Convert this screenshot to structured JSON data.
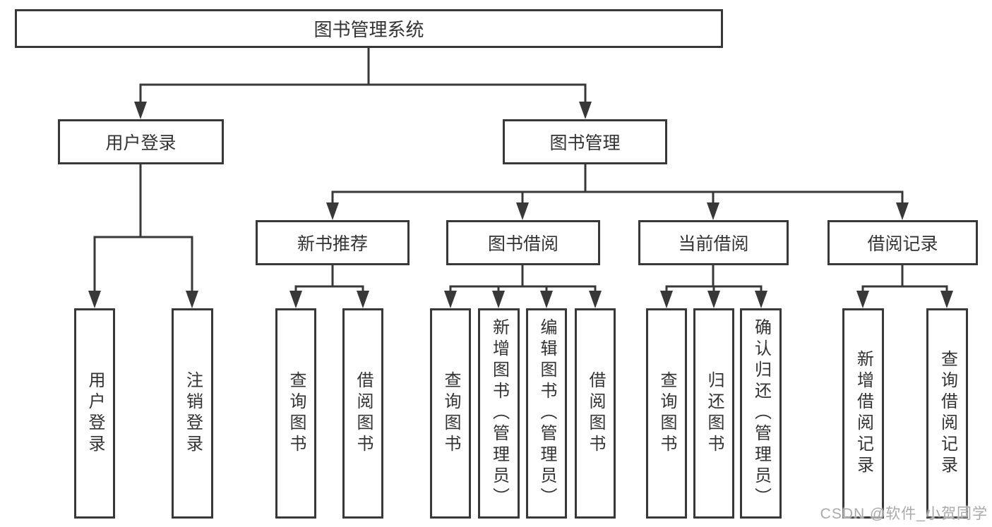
{
  "diagram_title": "图书管理系统",
  "watermark": "CSDN @软件_小贺同学",
  "colors": {
    "line": "#383838",
    "box_border": "#383838",
    "text": "#333333",
    "background": "#ffffff",
    "watermark": "#a9a9a9"
  },
  "tree": {
    "root": {
      "label": "图书管理系统"
    },
    "branches": [
      {
        "label": "用户登录",
        "children": [
          {
            "label": "用户登录"
          },
          {
            "label": "注销登录"
          }
        ]
      },
      {
        "label": "图书管理",
        "sections": [
          {
            "label": "新书推荐",
            "children": [
              {
                "label": "查询图书"
              },
              {
                "label": "借阅图书"
              }
            ]
          },
          {
            "label": "图书借阅",
            "children": [
              {
                "label": "查询图书"
              },
              {
                "label": "新增图书（管理员）"
              },
              {
                "label": "编辑图书（管理员）"
              },
              {
                "label": "借阅图书"
              }
            ]
          },
          {
            "label": "当前借阅",
            "children": [
              {
                "label": "查询图书"
              },
              {
                "label": "归还图书"
              },
              {
                "label": "确认归还（管理员）"
              }
            ]
          },
          {
            "label": "借阅记录",
            "children": [
              {
                "label": "新增借阅记录"
              },
              {
                "label": "查询借阅记录"
              }
            ]
          }
        ]
      }
    ]
  }
}
